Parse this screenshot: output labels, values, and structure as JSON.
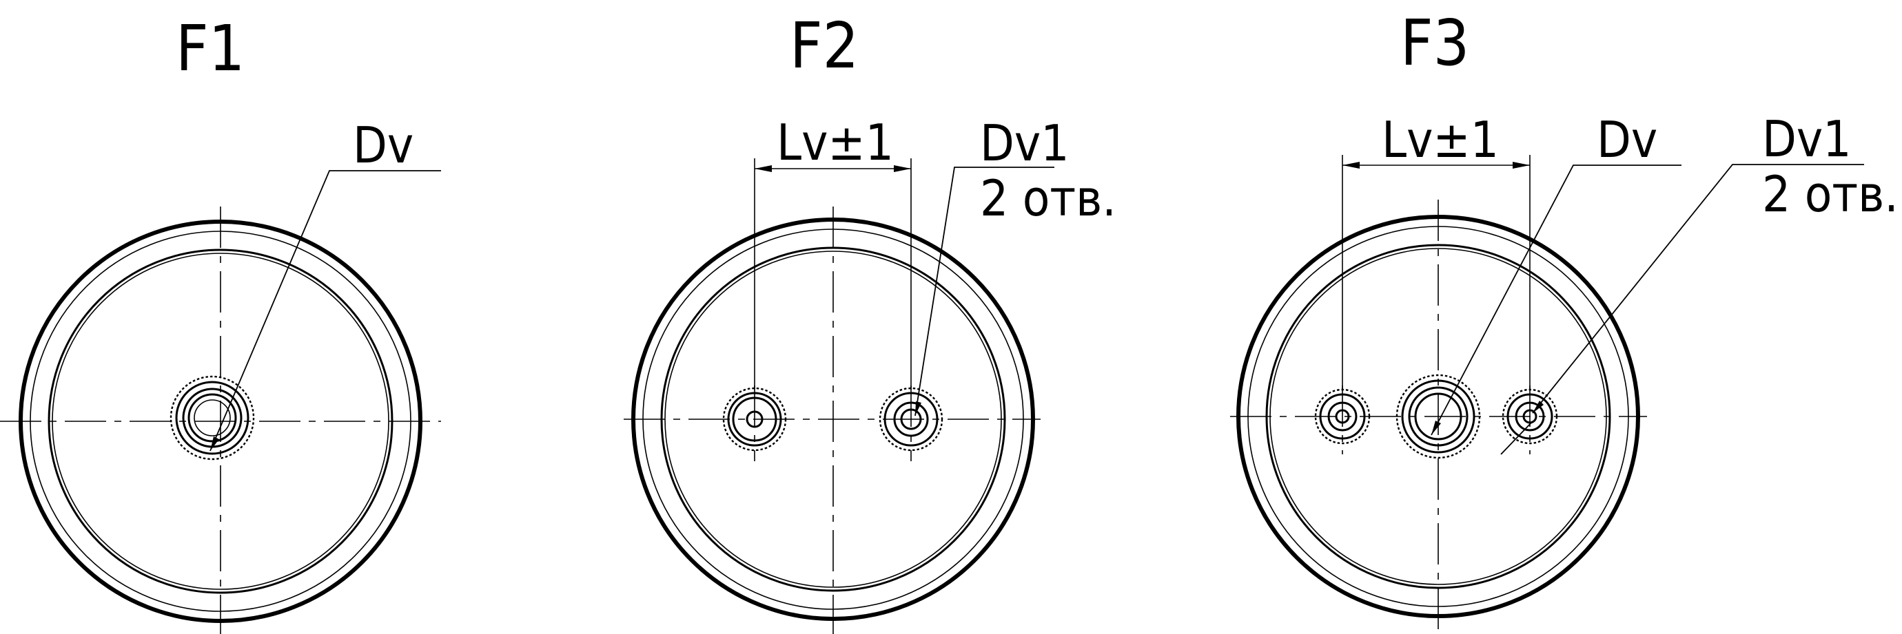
{
  "views": [
    {
      "title": "F1",
      "labels": [
        {
          "text": "Dv"
        }
      ]
    },
    {
      "title": "F2",
      "labels": [
        {
          "text": "Lv±1"
        },
        {
          "text": "Dv1"
        },
        {
          "text": "2 отв."
        }
      ]
    },
    {
      "title": "F3",
      "labels": [
        {
          "text": "Lv±1"
        },
        {
          "text": "Dv"
        },
        {
          "text": "Dv1"
        },
        {
          "text": "2 отв."
        }
      ]
    }
  ]
}
